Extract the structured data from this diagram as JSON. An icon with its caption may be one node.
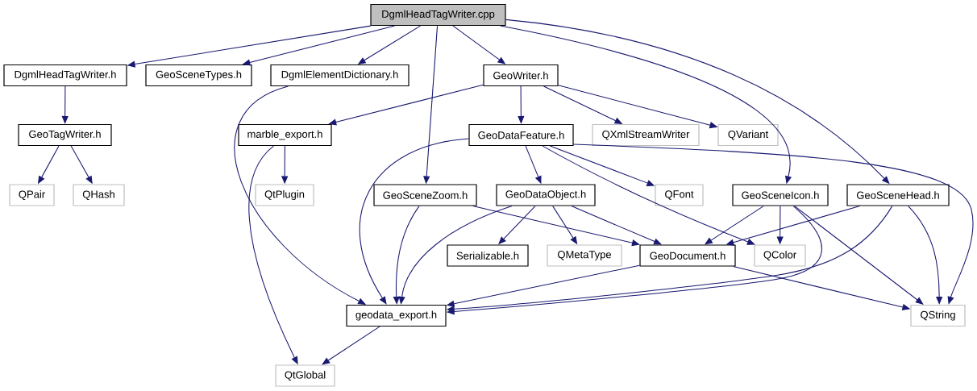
{
  "diagram": {
    "nodes": [
      {
        "text": [
          "DgmlHeadTagWriter.cpp"
        ]
      },
      {
        "text": [
          "DgmlHeadTagWriter.h"
        ]
      },
      {
        "text": [
          "GeoSceneTypes.h"
        ]
      },
      {
        "text": [
          "DgmlElementDictionary.h"
        ]
      },
      {
        "text": [
          "GeoWriter.h"
        ]
      },
      {
        "text": [
          "GeoTagWriter.h"
        ]
      },
      {
        "text": [
          "marble_export.h"
        ]
      },
      {
        "text": [
          "GeoDataFeature.h"
        ]
      },
      {
        "text": [
          "QXmlStreamWriter"
        ]
      },
      {
        "text": [
          "QVariant"
        ]
      },
      {
        "text": [
          "QPair"
        ]
      },
      {
        "text": [
          "QHash"
        ]
      },
      {
        "text": [
          "QtPlugin"
        ]
      },
      {
        "text": [
          "GeoSceneZoom.h"
        ]
      },
      {
        "text": [
          "GeoDataObject.h"
        ]
      },
      {
        "text": [
          "QFont"
        ]
      },
      {
        "text": [
          "GeoSceneIcon.h"
        ]
      },
      {
        "text": [
          "GeoSceneHead.h"
        ]
      },
      {
        "text": [
          "Serializable.h"
        ]
      },
      {
        "text": [
          "QMetaType"
        ]
      },
      {
        "text": [
          "GeoDocument.h"
        ]
      },
      {
        "text": [
          "QColor"
        ]
      },
      {
        "text": [
          "geodata_export.h"
        ]
      },
      {
        "text": [
          "QString"
        ]
      },
      {
        "text": [
          "QtGlobal"
        ]
      }
    ],
    "edges": [
      {
        "from": 0,
        "to": 1,
        "arrow": "to"
      },
      {
        "from": 0,
        "to": 2,
        "arrow": "to"
      },
      {
        "from": 0,
        "to": 3,
        "arrow": "to"
      },
      {
        "from": 0,
        "to": 4,
        "arrow": "to"
      },
      {
        "from": 0,
        "to": 13,
        "arrow": "to"
      },
      {
        "from": 0,
        "to": 16,
        "arrow": "to"
      },
      {
        "from": 0,
        "to": 17,
        "arrow": "to"
      },
      {
        "from": 1,
        "to": 5,
        "arrow": "to"
      },
      {
        "from": 5,
        "to": 10,
        "arrow": "to"
      },
      {
        "from": 5,
        "to": 11,
        "arrow": "to"
      },
      {
        "from": 3,
        "to": 22,
        "arrow": "to"
      },
      {
        "from": 4,
        "to": 6,
        "arrow": "to"
      },
      {
        "from": 4,
        "to": 7,
        "arrow": "to"
      },
      {
        "from": 4,
        "to": 8,
        "arrow": "to"
      },
      {
        "from": 4,
        "to": 9,
        "arrow": "to"
      },
      {
        "from": 6,
        "to": 12,
        "arrow": "to"
      },
      {
        "from": 6,
        "to": 24,
        "arrow": "to"
      },
      {
        "from": 7,
        "to": 22,
        "arrow": "to"
      },
      {
        "from": 7,
        "to": 14,
        "arrow": "to"
      },
      {
        "from": 7,
        "to": 15,
        "arrow": "to"
      },
      {
        "from": 7,
        "to": 21,
        "arrow": "to"
      },
      {
        "from": 7,
        "to": 23,
        "arrow": "to"
      },
      {
        "from": 13,
        "to": 22,
        "arrow": "to"
      },
      {
        "from": 13,
        "to": 20,
        "arrow": "to"
      },
      {
        "from": 14,
        "to": 22,
        "arrow": "to"
      },
      {
        "from": 14,
        "to": 18,
        "arrow": "to"
      },
      {
        "from": 14,
        "to": 19,
        "arrow": "to"
      },
      {
        "from": 14,
        "to": 20,
        "arrow": "to"
      },
      {
        "from": 16,
        "to": 20,
        "arrow": "to"
      },
      {
        "from": 16,
        "to": 21,
        "arrow": "to"
      },
      {
        "from": 16,
        "to": 22,
        "arrow": "to"
      },
      {
        "from": 16,
        "to": 23,
        "arrow": "to"
      },
      {
        "from": 17,
        "to": 20,
        "arrow": "to"
      },
      {
        "from": 17,
        "to": 22,
        "arrow": "to"
      },
      {
        "from": 17,
        "to": 23,
        "arrow": "to"
      },
      {
        "from": 20,
        "to": 22,
        "arrow": "to"
      },
      {
        "from": 20,
        "to": 23,
        "arrow": "to"
      },
      {
        "from": 22,
        "to": 24,
        "arrow": "to"
      }
    ]
  }
}
